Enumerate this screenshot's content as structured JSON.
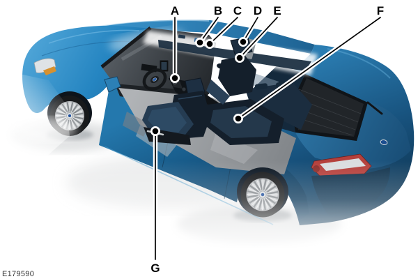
{
  "figure_code": "E179590",
  "callouts": [
    {
      "label": "A"
    },
    {
      "label": "B"
    },
    {
      "label": "C"
    },
    {
      "label": "D"
    },
    {
      "label": "E"
    },
    {
      "label": "F"
    },
    {
      "label": "G"
    }
  ],
  "colors": {
    "body_blue_light": "#3490cb",
    "body_blue": "#2272a6",
    "body_navy": "#0f3a58",
    "glass_dark": "#26292d",
    "interior_seat_navy": "#203448",
    "floor_gray": "#9da1a5",
    "tail_light_red": "#b5403c",
    "wheel_silver": "#c8cacc",
    "callout_line": "#000000",
    "background": "#ffffff"
  }
}
